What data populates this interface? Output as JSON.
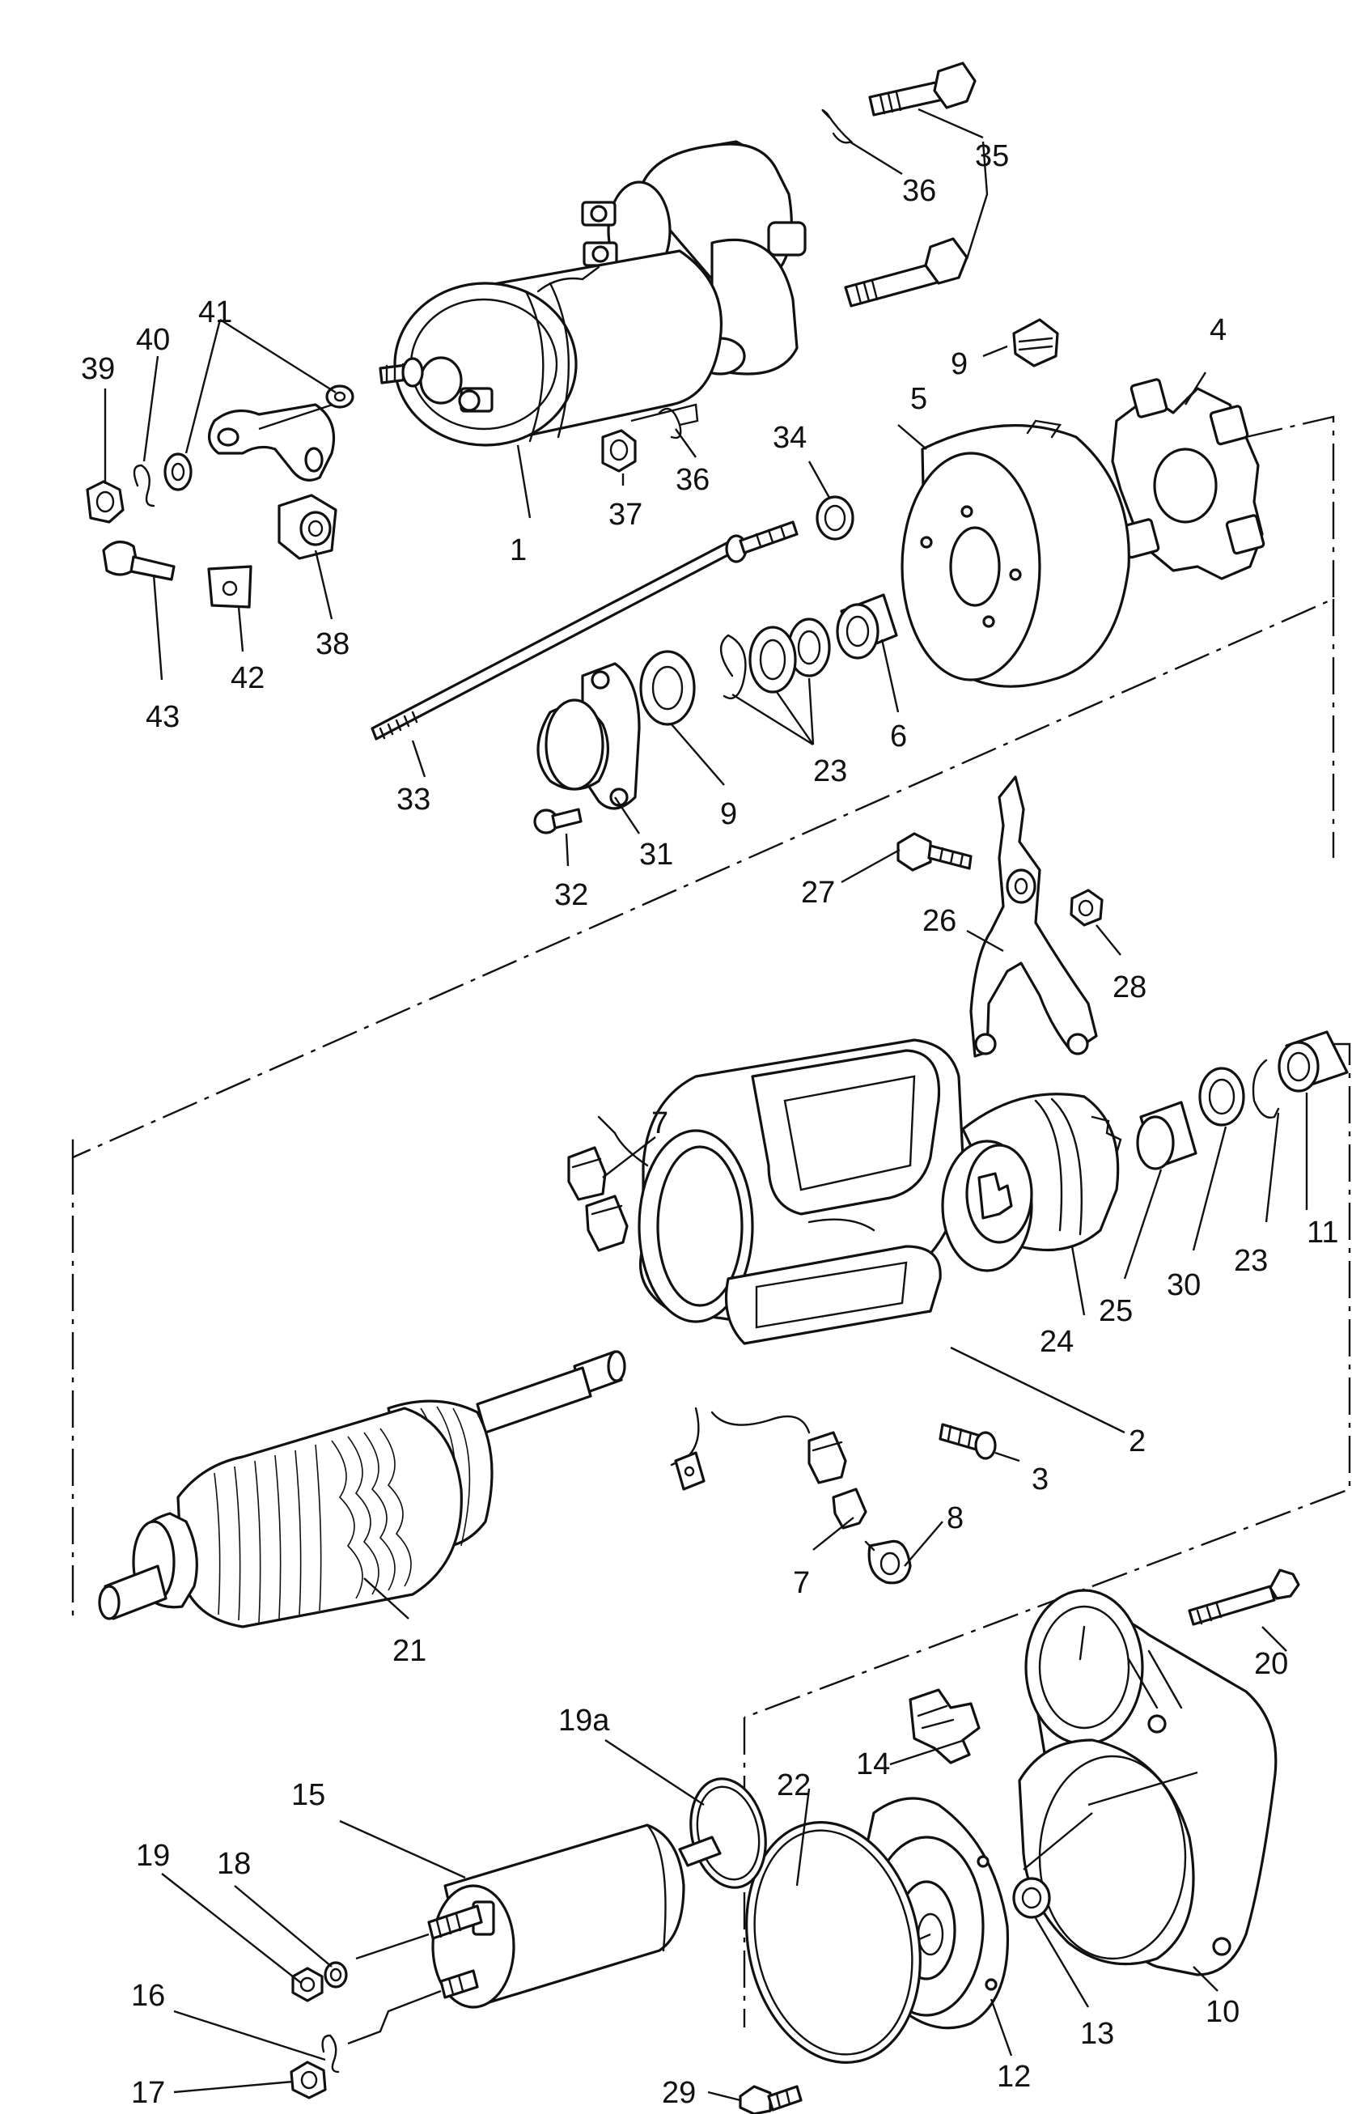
{
  "diagram": {
    "callouts": [
      {
        "id": "c1",
        "text": "1"
      },
      {
        "id": "c2",
        "text": "2"
      },
      {
        "id": "c3",
        "text": "3"
      },
      {
        "id": "c4",
        "text": "4"
      },
      {
        "id": "c5",
        "text": "5"
      },
      {
        "id": "c6",
        "text": "6"
      },
      {
        "id": "c7a",
        "text": "7"
      },
      {
        "id": "c7b",
        "text": "7"
      },
      {
        "id": "c8",
        "text": "8"
      },
      {
        "id": "c9a",
        "text": "9"
      },
      {
        "id": "c9b",
        "text": "9"
      },
      {
        "id": "c10",
        "text": "10"
      },
      {
        "id": "c11",
        "text": "11"
      },
      {
        "id": "c12",
        "text": "12"
      },
      {
        "id": "c13",
        "text": "13"
      },
      {
        "id": "c14",
        "text": "14"
      },
      {
        "id": "c15",
        "text": "15"
      },
      {
        "id": "c16",
        "text": "16"
      },
      {
        "id": "c17",
        "text": "17"
      },
      {
        "id": "c18",
        "text": "18"
      },
      {
        "id": "c19",
        "text": "19"
      },
      {
        "id": "c19a",
        "text": "19a"
      },
      {
        "id": "c20",
        "text": "20"
      },
      {
        "id": "c21",
        "text": "21"
      },
      {
        "id": "c22",
        "text": "22"
      },
      {
        "id": "c23a",
        "text": "23"
      },
      {
        "id": "c23b",
        "text": "23"
      },
      {
        "id": "c24",
        "text": "24"
      },
      {
        "id": "c25",
        "text": "25"
      },
      {
        "id": "c26",
        "text": "26"
      },
      {
        "id": "c27",
        "text": "27"
      },
      {
        "id": "c28",
        "text": "28"
      },
      {
        "id": "c29",
        "text": "29"
      },
      {
        "id": "c30",
        "text": "30"
      },
      {
        "id": "c31",
        "text": "31"
      },
      {
        "id": "c32",
        "text": "32"
      },
      {
        "id": "c33",
        "text": "33"
      },
      {
        "id": "c34",
        "text": "34"
      },
      {
        "id": "c35",
        "text": "35"
      },
      {
        "id": "c36a",
        "text": "36"
      },
      {
        "id": "c36b",
        "text": "36"
      },
      {
        "id": "c37",
        "text": "37"
      },
      {
        "id": "c38",
        "text": "38"
      },
      {
        "id": "c39",
        "text": "39"
      },
      {
        "id": "c40",
        "text": "40"
      },
      {
        "id": "c41",
        "text": "41"
      },
      {
        "id": "c42",
        "text": "42"
      },
      {
        "id": "c43",
        "text": "43"
      }
    ]
  }
}
